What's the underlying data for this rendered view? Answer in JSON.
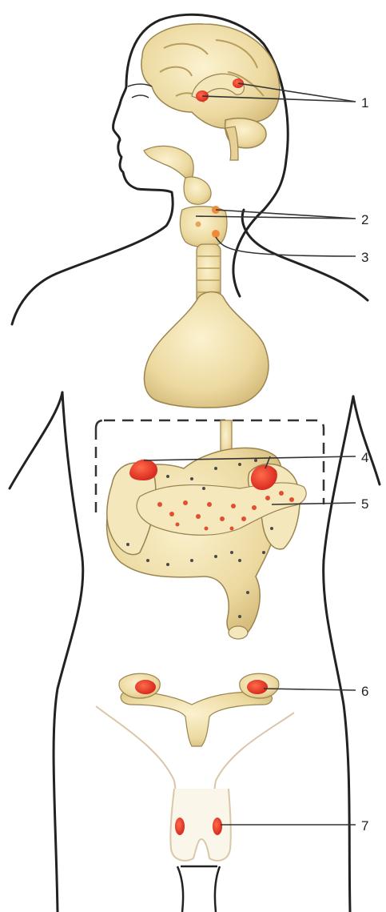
{
  "diagram": {
    "callouts": [
      {
        "id": "1",
        "label": "1"
      },
      {
        "id": "2",
        "label": "2"
      },
      {
        "id": "3",
        "label": "3"
      },
      {
        "id": "4",
        "label": "4"
      },
      {
        "id": "5",
        "label": "5"
      },
      {
        "id": "6",
        "label": "6"
      },
      {
        "id": "7",
        "label": "7"
      }
    ],
    "colors": {
      "outline": "#222222",
      "organ_fill": "#efe0a8",
      "organ_shadow": "#d9c281",
      "organ_stroke": "#9a8450",
      "gland_red": "#e8352a",
      "gland_orange": "#f08a3a",
      "dots_dark": "#4a4a4a",
      "line": "#333333",
      "pelvis_line": "#d9c8a8"
    }
  }
}
